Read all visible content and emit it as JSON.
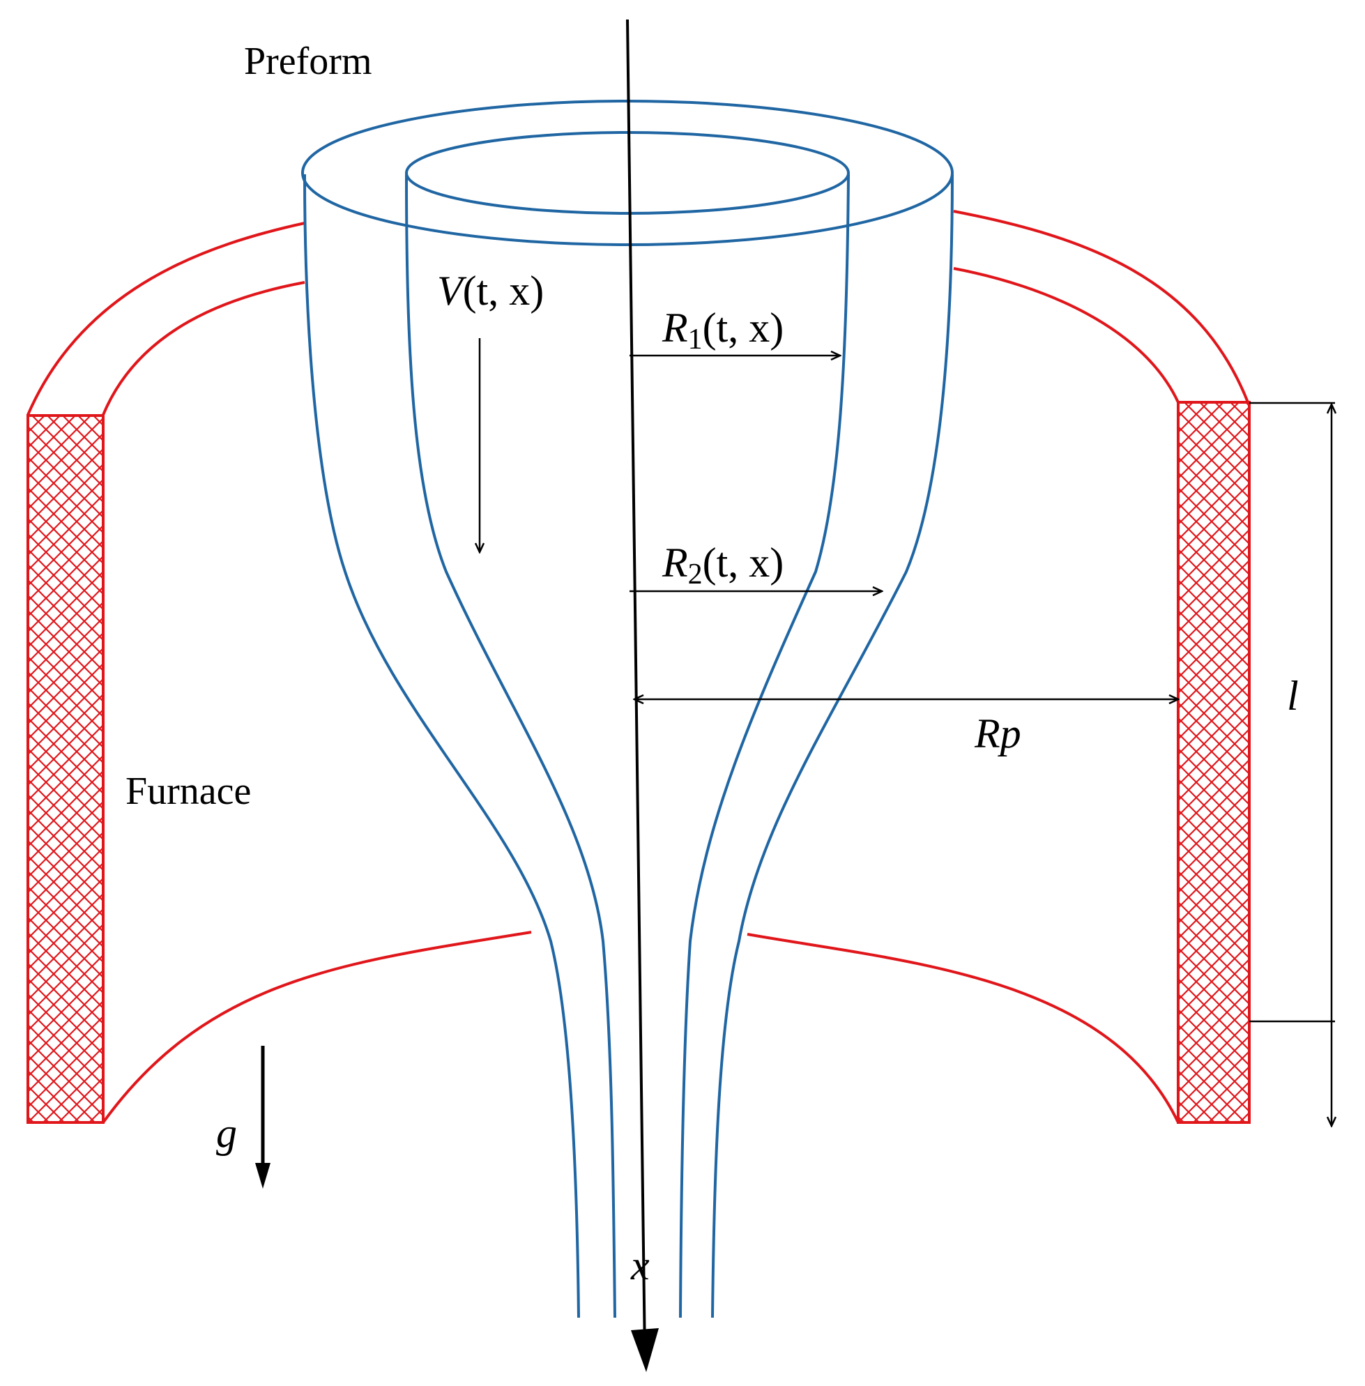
{
  "labels": {
    "preform": "Preform",
    "furnace": "Furnace",
    "velocity": {
      "symbol": "V",
      "args": "(t, x)"
    },
    "inner_radius": {
      "symbol": "R",
      "subscript": "1",
      "args": "(t, x)"
    },
    "outer_radius": {
      "symbol": "R",
      "subscript": "2",
      "args": "(t, x)"
    },
    "furnace_radius": "Rp",
    "furnace_length": "l",
    "gravity": "g",
    "axis": "x"
  },
  "colors": {
    "preform": "#2066a3",
    "furnace": "#e0161b",
    "annotation": "#000000"
  }
}
